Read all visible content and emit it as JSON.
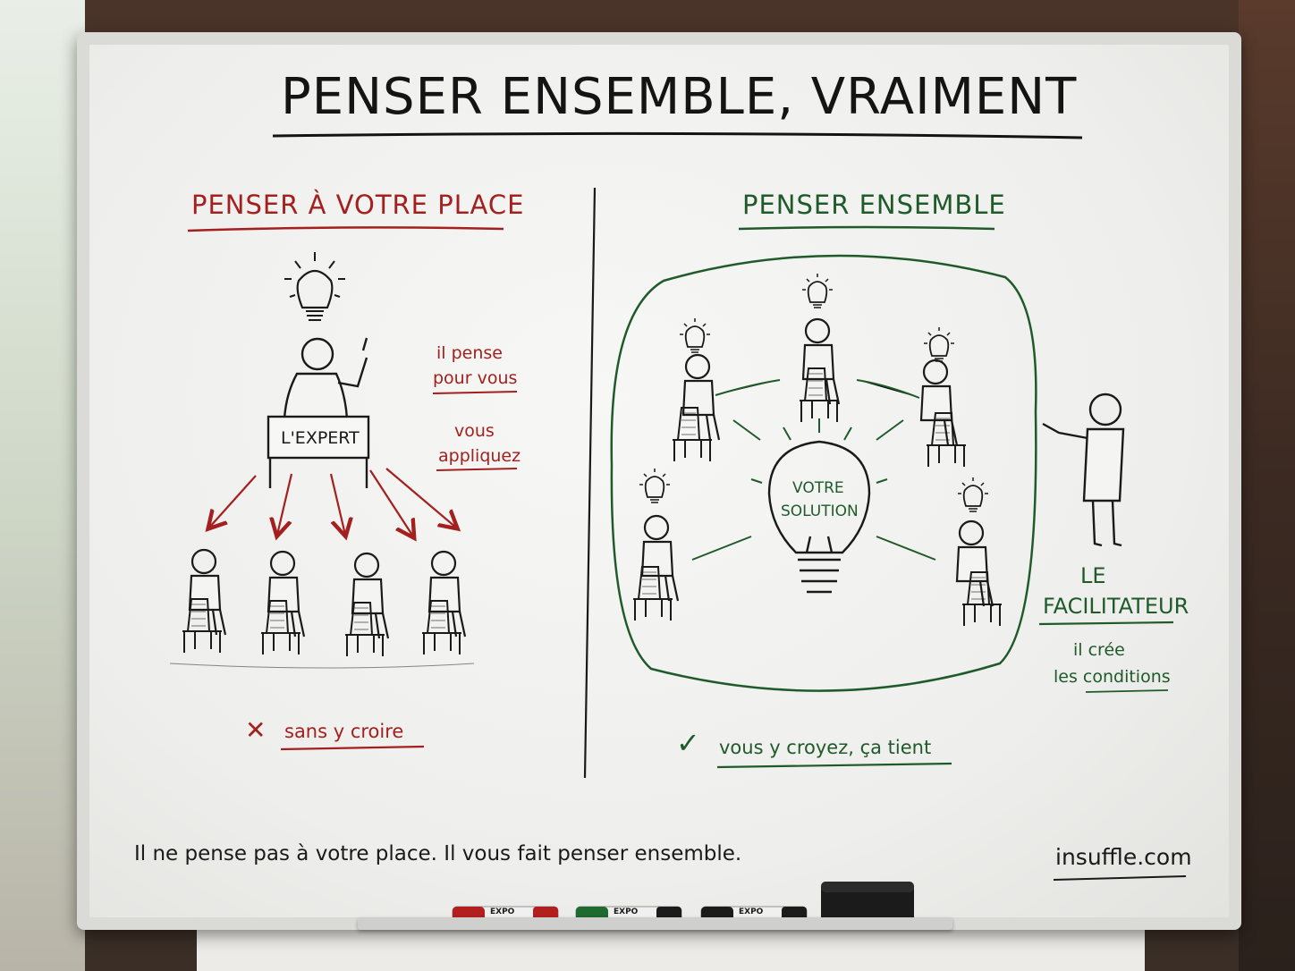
{
  "title": "PENSER ENSEMBLE, VRAIMENT",
  "left": {
    "heading": "PENSER À VOTRE PLACE",
    "expert_label": "L'EXPERT",
    "note_1": [
      "il pense",
      "pour vous"
    ],
    "note_2": [
      "vous",
      "appliquez"
    ],
    "result_mark": "✕",
    "result": "sans y croire"
  },
  "right": {
    "heading": "PENSER ENSEMBLE",
    "solution": [
      "VOTRE",
      "SOLUTION"
    ],
    "facilitator": [
      "LE",
      "FACILITATEUR"
    ],
    "facilitator_note": [
      "il crée",
      "les conditions"
    ],
    "result_mark": "✓",
    "result": "vous y croyez, ça tient"
  },
  "footer": {
    "quote": "Il ne pense pas à votre place. Il vous fait penser ensemble.",
    "brand": "insuffle.com"
  },
  "markers": [
    "EXPO",
    "EXPO",
    "EXPO"
  ],
  "colors": {
    "red": "#a3201e",
    "green": "#1f5a2a",
    "ink": "#1a1a1a"
  }
}
